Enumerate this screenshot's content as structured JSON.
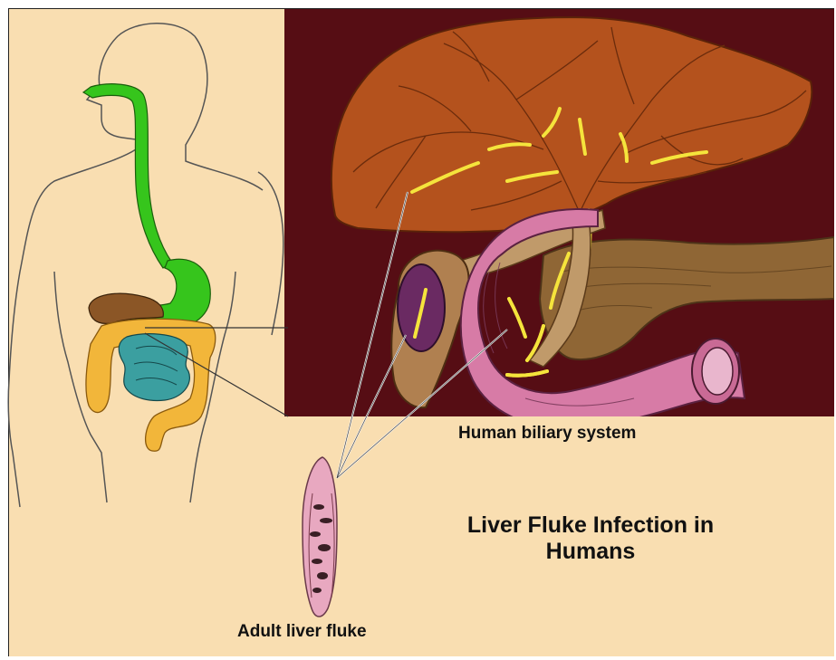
{
  "title": {
    "line1": "Liver Fluke Infection in",
    "line2": "Humans"
  },
  "labels": {
    "biliary_system": "Human biliary system",
    "adult_fluke": "Adult liver fluke"
  },
  "colors": {
    "background": "#f9deb1",
    "inset_background": "#560d14",
    "liver": "#b4521d",
    "bile_ducts": "#f5e43c",
    "esophagus_stomach": "#36c51c",
    "small_intestine": "#3b9fa0",
    "large_intestine": "#f2b63a",
    "body_outline": "#555555",
    "duodenum": "#d77ba6",
    "pancreas": "#8f6635",
    "fluke": "#e8a8c0"
  }
}
